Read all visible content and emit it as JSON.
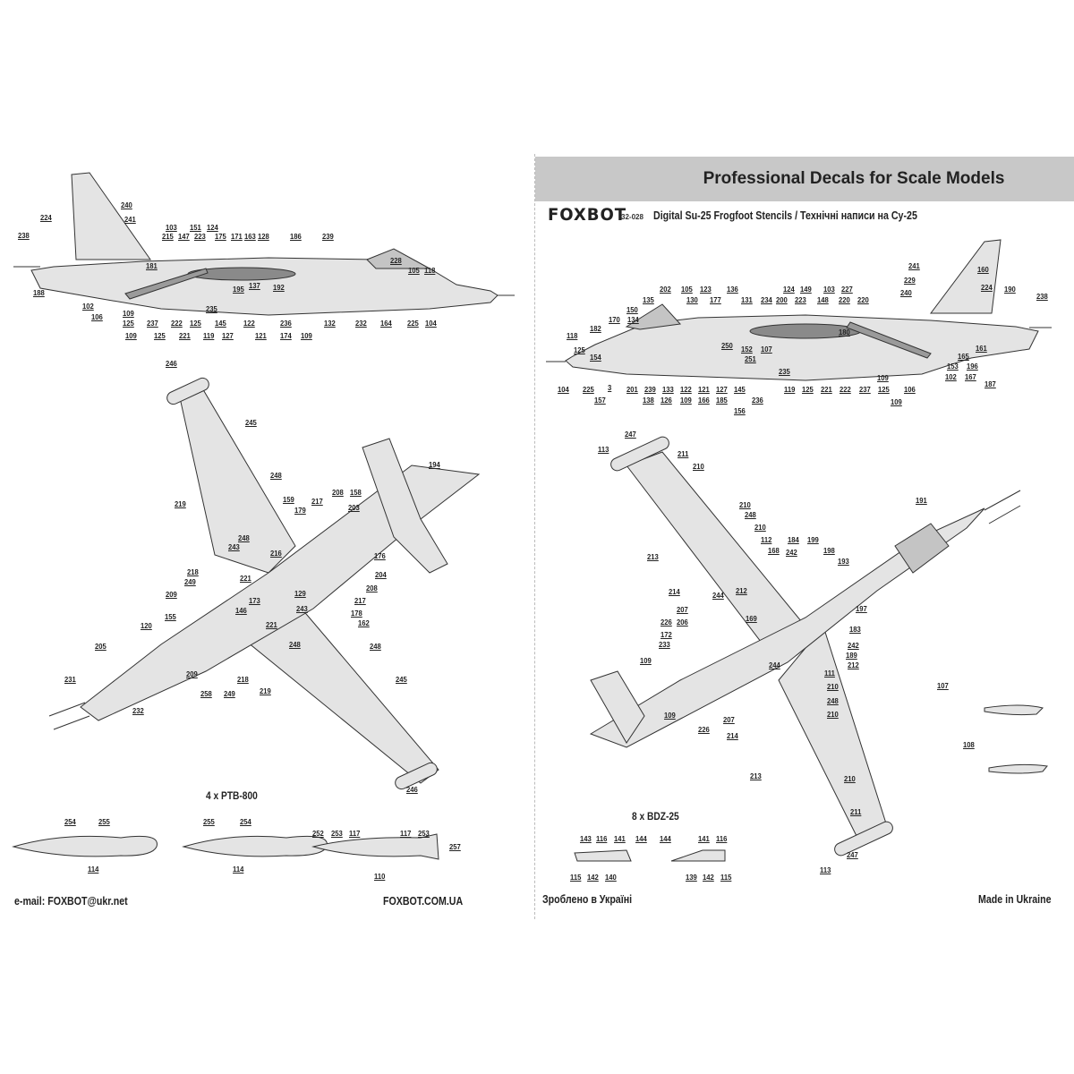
{
  "header": {
    "band_title": "Professional Decals for Scale Models",
    "logo": "FOXBOT",
    "product_code": "32-028",
    "subtitle": "Digital Su-25 Frogfoot Stencils  / Технічні написи на Су-25"
  },
  "captions": {
    "tanks": "4 x PTB-800",
    "bdz": "8 x BDZ-25"
  },
  "footer": {
    "email": "e-mail: FOXBOT@ukr.net",
    "website": "FOXBOT.COM.UA",
    "made_ua": "Зроблено в Україні",
    "made_en": "Made in Ukraine"
  },
  "callouts": {
    "side_left": [
      "240",
      "224",
      "241",
      "238",
      "215",
      "103",
      "151",
      "124",
      "147",
      "223",
      "175",
      "171",
      "163",
      "128",
      "186",
      "239",
      "228",
      "105",
      "118",
      "181",
      "195",
      "137",
      "192",
      "188",
      "102",
      "106",
      "109",
      "125",
      "237",
      "222",
      "125",
      "235",
      "145",
      "122",
      "236",
      "132",
      "232",
      "164",
      "225",
      "104",
      "109",
      "125",
      "221",
      "119",
      "127",
      "121",
      "174",
      "109"
    ],
    "side_right": [
      "241",
      "160",
      "229",
      "227",
      "224",
      "240",
      "190",
      "238",
      "202",
      "105",
      "123",
      "136",
      "135",
      "130",
      "177",
      "131",
      "234",
      "124",
      "149",
      "103",
      "200",
      "223",
      "148",
      "220",
      "220",
      "150",
      "134",
      "170",
      "182",
      "118",
      "180",
      "125",
      "154",
      "250",
      "152",
      "107",
      "251",
      "161",
      "165",
      "109",
      "153",
      "196",
      "102",
      "167",
      "187",
      "3",
      "104",
      "225",
      "126",
      "235",
      "119",
      "125",
      "221",
      "222",
      "237",
      "125",
      "106",
      "157",
      "201",
      "138",
      "239",
      "109",
      "133",
      "166",
      "185",
      "122",
      "121",
      "127",
      "145",
      "236",
      "156",
      "109"
    ],
    "plan_left": [
      "246",
      "245",
      "248",
      "219",
      "159",
      "179",
      "217",
      "208",
      "158",
      "203",
      "194",
      "248",
      "243",
      "216",
      "176",
      "204",
      "218",
      "249",
      "221",
      "129",
      "208",
      "209",
      "173",
      "217",
      "146",
      "243",
      "178",
      "155",
      "120",
      "221",
      "162",
      "248",
      "248",
      "205",
      "209",
      "218",
      "231",
      "258",
      "249",
      "219",
      "245",
      "232",
      "246"
    ],
    "plan_right": [
      "247",
      "113",
      "211",
      "210",
      "191",
      "210",
      "248",
      "210",
      "112",
      "168",
      "184",
      "199",
      "242",
      "198",
      "193",
      "213",
      "214",
      "244",
      "212",
      "197",
      "207",
      "169",
      "226",
      "206",
      "183",
      "172",
      "233",
      "242",
      "109",
      "189",
      "212",
      "244",
      "111",
      "210",
      "248",
      "210",
      "109",
      "207",
      "226",
      "214",
      "213",
      "210",
      "211",
      "247",
      "113",
      "107",
      "108"
    ],
    "tanks": [
      "254",
      "255",
      "114",
      "255",
      "254",
      "114",
      "252",
      "253",
      "117",
      "117",
      "253",
      "257",
      "110"
    ],
    "bdz": [
      "143",
      "116",
      "141",
      "144",
      "144",
      "141",
      "116",
      "115",
      "142",
      "140",
      "139",
      "142",
      "115"
    ]
  },
  "colors": {
    "fill": "#e4e4e4",
    "line": "#333333",
    "band": "#c8c8c8",
    "dark": "#8a8a8a"
  }
}
